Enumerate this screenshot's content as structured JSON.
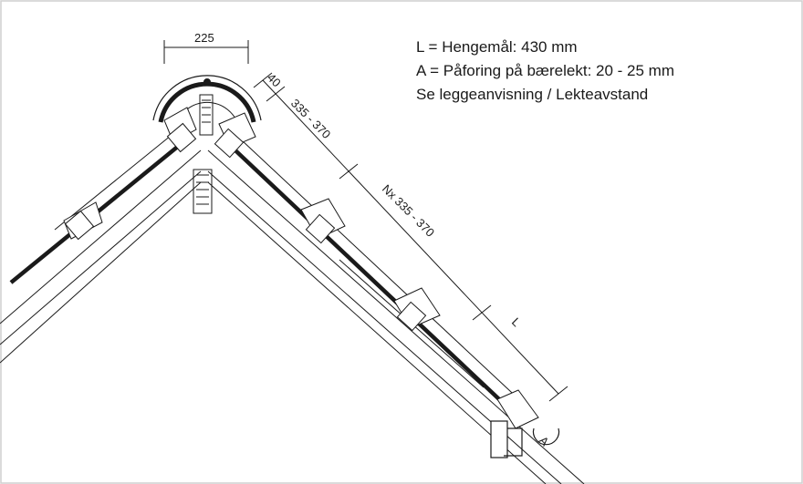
{
  "legend": {
    "line1": "L = Hengemål: 430 mm",
    "line2": "A = Påforing på bærelekt: 20 - 25 mm",
    "line3": "Se leggeanvisning / Lekteavstand"
  },
  "dimensions": {
    "ridge_width": "225",
    "top_gap": "40",
    "first_batten": "335 - 370",
    "batten_spacing": "Nx 335 - 370",
    "hang_length": "L",
    "counter_batten": "A"
  },
  "colors": {
    "border": "#cfcfcf",
    "line": "#1a1a1a",
    "tile": "#111111"
  }
}
